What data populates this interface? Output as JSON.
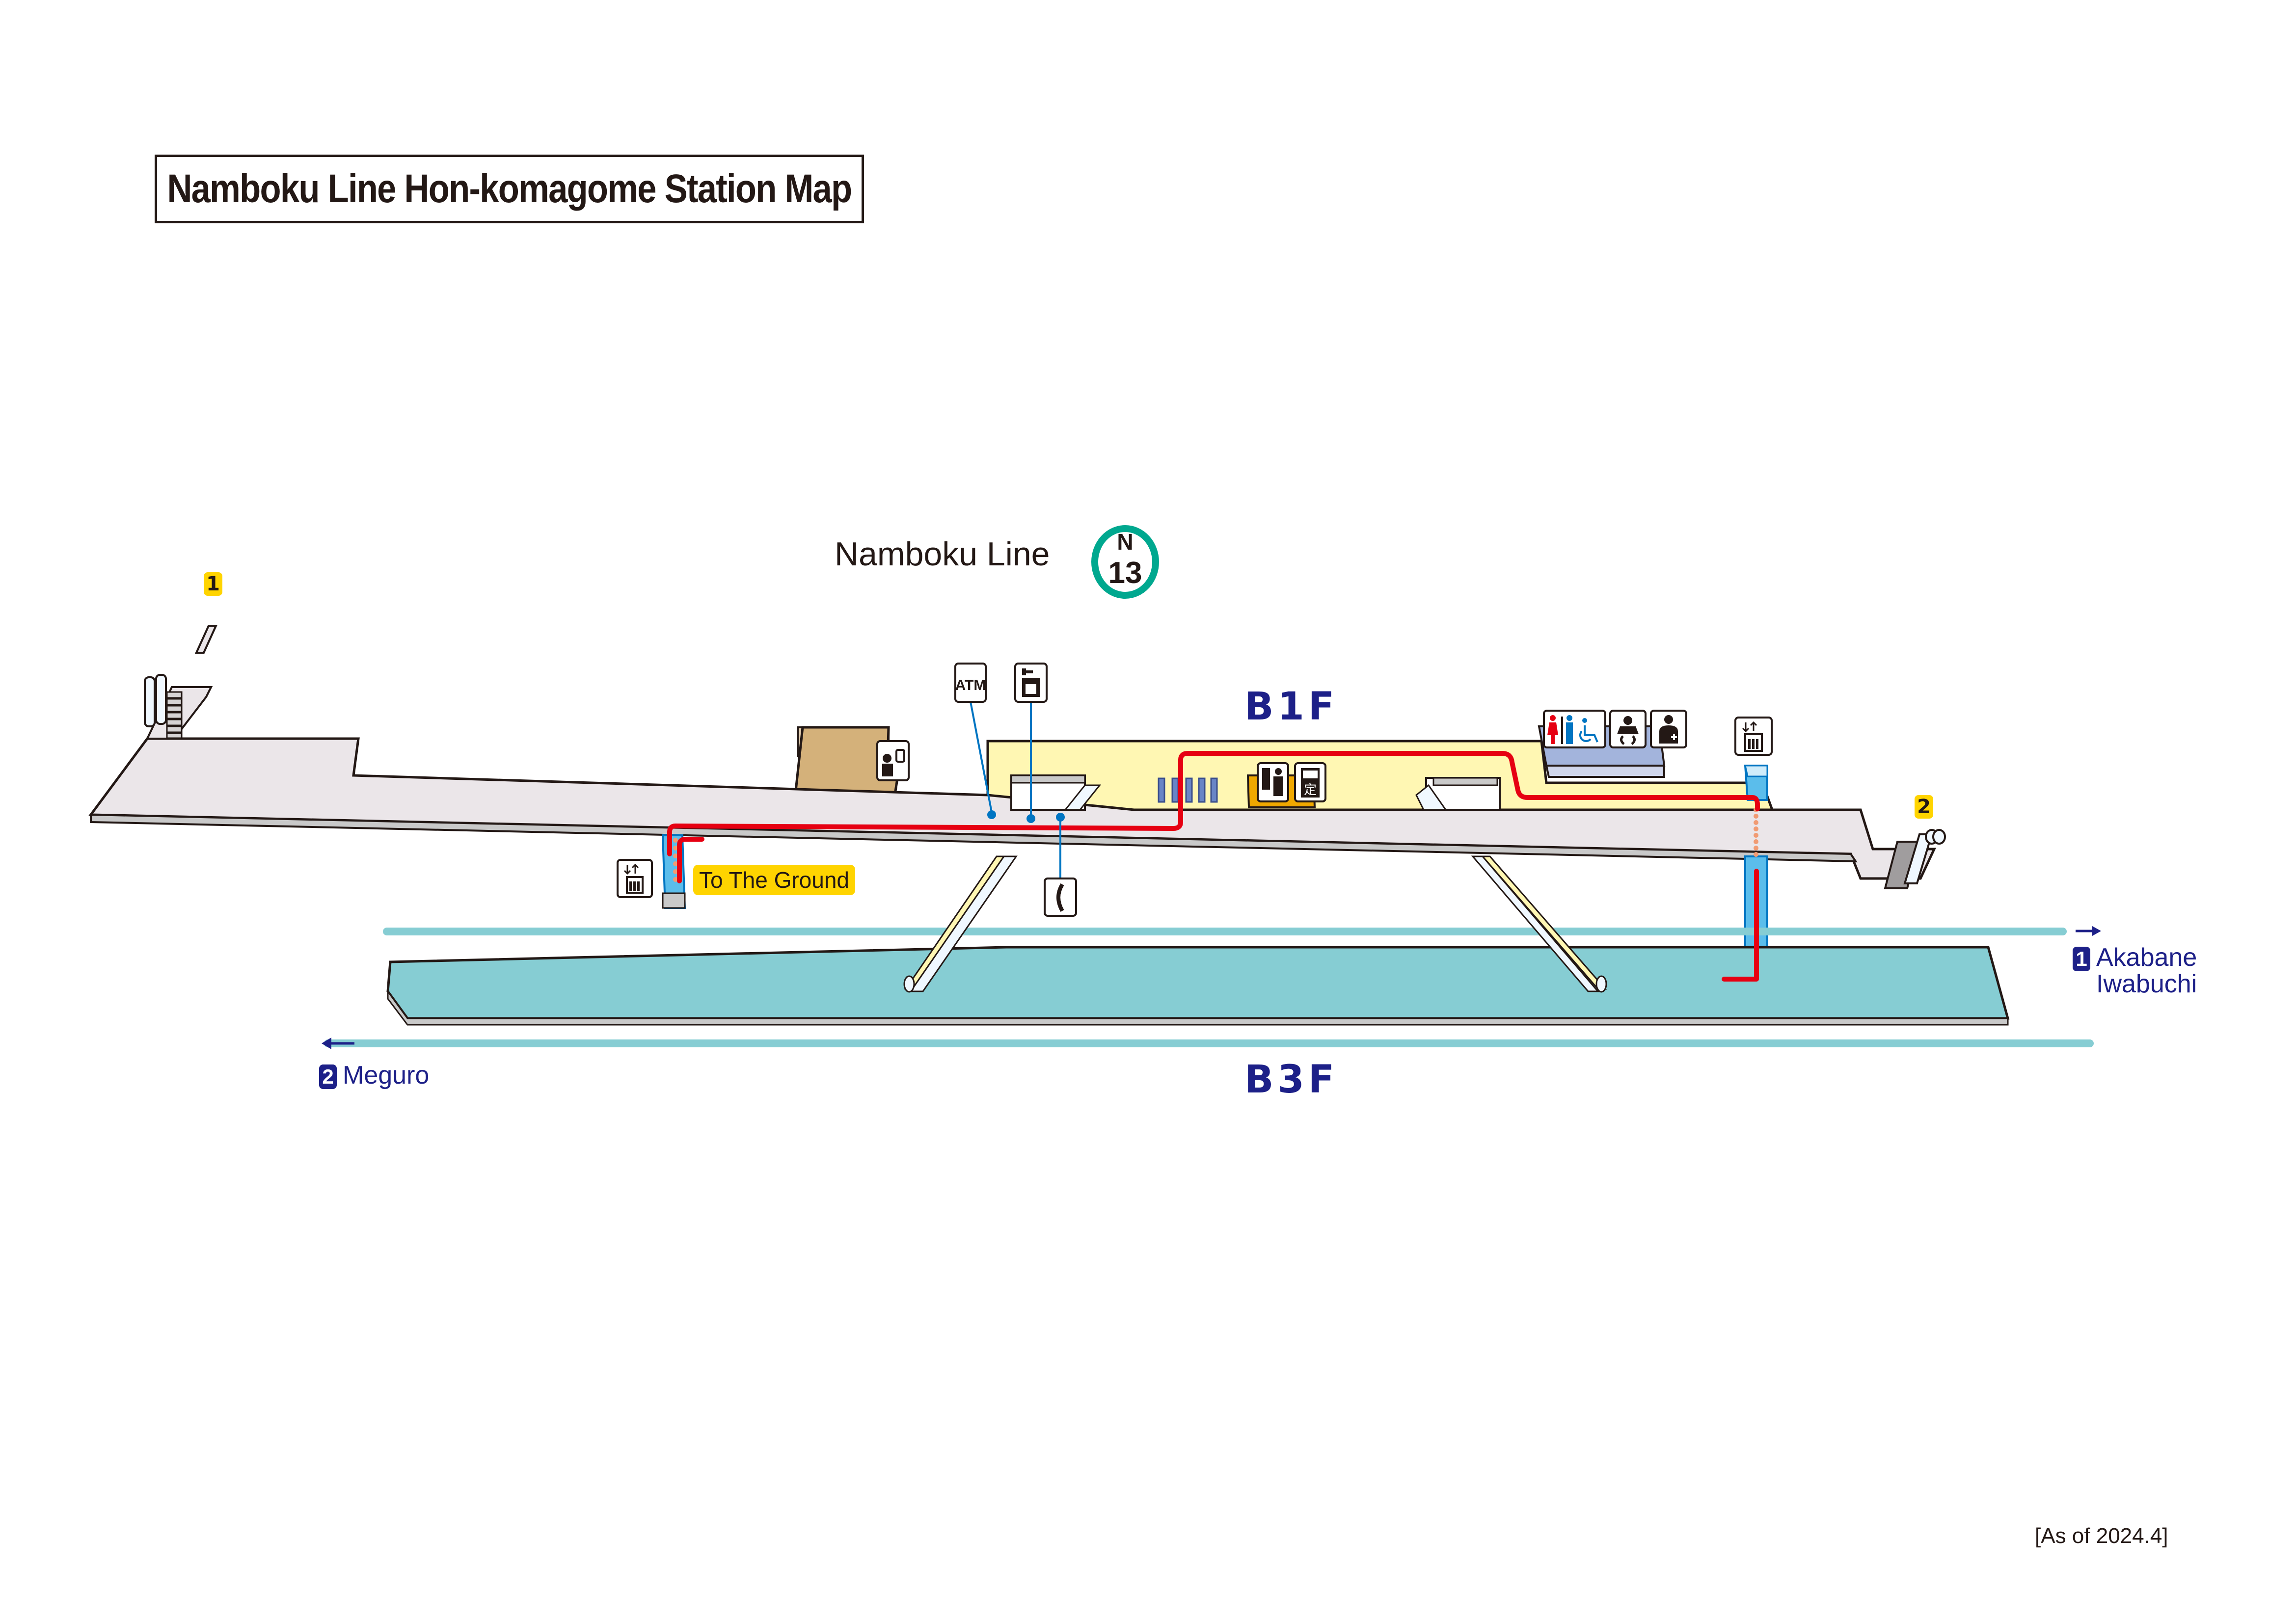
{
  "title": "Namboku Line Hon-komagome Station Map",
  "line": {
    "name": "Namboku Line",
    "station_code_letter": "N",
    "station_code_number": "13",
    "color": "#00a88f"
  },
  "floors": {
    "b1f": "B1F",
    "b3f": "B3F"
  },
  "exits": [
    {
      "number": "1"
    },
    {
      "number": "2"
    }
  ],
  "destinations": {
    "track1": {
      "number": "1",
      "line1": "Akabane",
      "line2": "Iwabuchi",
      "arrow": "→"
    },
    "track2": {
      "number": "2",
      "line1": "Meguro",
      "arrow": "←"
    }
  },
  "labels": {
    "to_the_ground": "To The Ground",
    "atm": "ATM",
    "commuter_pass": "定",
    "as_of": "[As of 2024.4]"
  },
  "facilities": [
    {
      "icon": "station-office-icon",
      "label": "Station office"
    },
    {
      "icon": "atm-icon",
      "label": "ATM"
    },
    {
      "icon": "coin-locker-icon",
      "label": "Coin lockers"
    },
    {
      "icon": "telephone-icon",
      "label": "Telephone"
    },
    {
      "icon": "fare-adjustment-icon",
      "label": "Fare adjustment"
    },
    {
      "icon": "commuter-pass-icon",
      "label": "Commuter pass"
    },
    {
      "icon": "restroom-icon",
      "label": "Restrooms"
    },
    {
      "icon": "baby-changing-icon",
      "label": "Baby changing"
    },
    {
      "icon": "first-aid-icon",
      "label": "First aid room"
    },
    {
      "icon": "elevator-icon",
      "label": "Elevator"
    }
  ],
  "colors": {
    "concourse": "#ebe6e9",
    "paid_area": "#fff7b3",
    "station_office": "#d4b17a",
    "platform": "#86cdd3",
    "route": "#e60012",
    "elevator": "#5bbdeb",
    "floor_text": "#1d2088",
    "exit_badge": "#ffd400",
    "leader_line": "#0075c2"
  }
}
